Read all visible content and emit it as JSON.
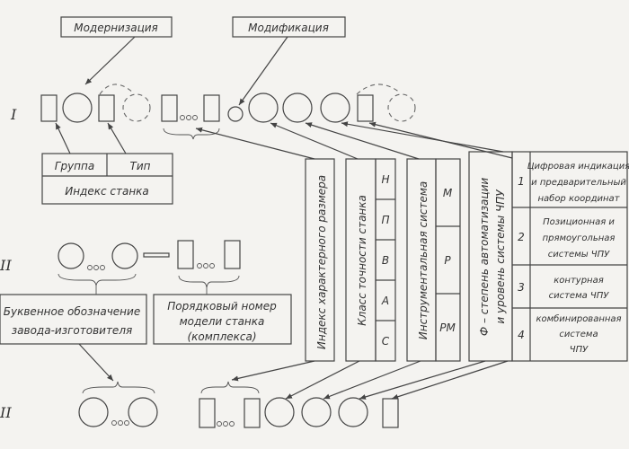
{
  "labels": {
    "modernization": "Модернизация",
    "modification": "Модификация",
    "group": "Группа",
    "type": "Тип",
    "machine_index": "Индекс станка",
    "manufacturer_code_1": "Буквенное обозначение",
    "manufacturer_code_2": "завода-изготовителя",
    "serial_no_1": "Порядковый номер",
    "serial_no_2": "модели станка",
    "serial_no_3": "(комплекса)",
    "dots": "ooo"
  },
  "roman": {
    "row1": "I",
    "row2": "II",
    "row3": "II"
  },
  "vertical_labels": {
    "size_index": "Индекс характерного размера",
    "accuracy_class": "Класс точности станка",
    "tool_system": "Инструментальная система",
    "automation_1": "Ф – степень автоматизации",
    "automation_2": "и уровень системы ЧПУ"
  },
  "accuracy_classes": [
    "Н",
    "П",
    "В",
    "А",
    "С"
  ],
  "tool_systems": [
    "М",
    "Р",
    "РМ"
  ],
  "cnc_levels": [
    {
      "num": "1",
      "lines": [
        "Цифровая индикация",
        "и предварительный",
        "набор координат"
      ]
    },
    {
      "num": "2",
      "lines": [
        "Позиционная и",
        "прямоугольная",
        "системы ЧПУ"
      ]
    },
    {
      "num": "3",
      "lines": [
        "контурная",
        "система ЧПУ"
      ]
    },
    {
      "num": "4",
      "lines": [
        "комбинированная",
        "система",
        "ЧПУ"
      ]
    }
  ]
}
